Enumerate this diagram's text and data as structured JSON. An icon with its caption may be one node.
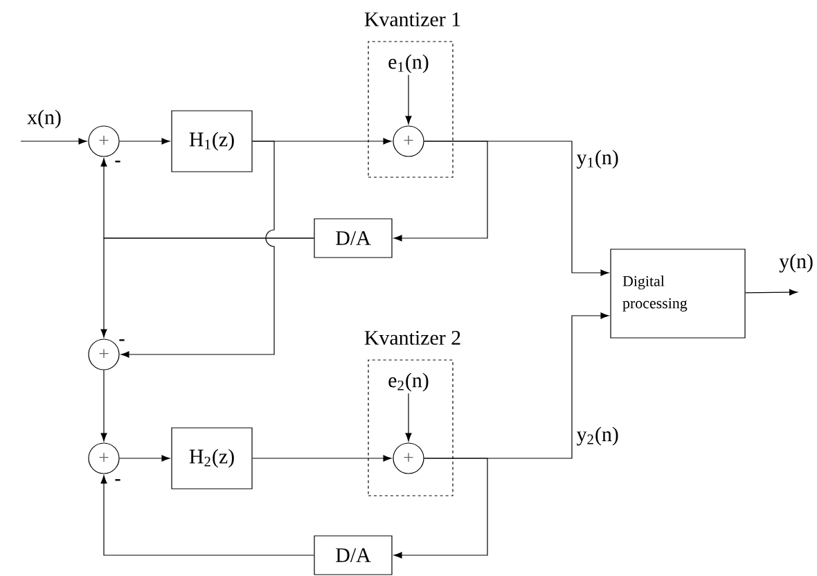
{
  "diagram": {
    "nodes": [
      {
        "text": [
          "+"
        ]
      },
      {
        "text": [
          "H$_{1}$(z)"
        ]
      },
      {
        "text": [
          "Kvantizer 1"
        ]
      },
      {
        "text": [
          "e$_{1}$(n)"
        ],
        "in": 2
      },
      {
        "text": [
          "+"
        ],
        "in": 2
      },
      {
        "text": [
          "D/A"
        ]
      },
      {
        "text": [
          "+"
        ]
      },
      {
        "text": [
          "+"
        ]
      },
      {
        "text": [
          "H$_{2}$(z)"
        ]
      },
      {
        "text": [
          "Kvantizer 2"
        ]
      },
      {
        "text": [
          "e$_{2}$(n)"
        ],
        "in": 9
      },
      {
        "text": [
          "+"
        ],
        "in": 9
      },
      {
        "text": [
          "D/A"
        ]
      },
      {
        "text": [
          "Digital processing"
        ]
      }
    ],
    "edges": [
      {
        "from": null,
        "to": 0,
        "arrow": "to",
        "label": "x(n)"
      },
      {
        "from": 0,
        "to": 1,
        "arrow": "to"
      },
      {
        "from": 1,
        "to": 4,
        "arrow": "to"
      },
      {
        "from": 3,
        "to": 4,
        "arrow": "to"
      },
      {
        "from": 4,
        "to": 13,
        "arrow": "to",
        "label": "y$_{1}$(n)"
      },
      {
        "from": 4,
        "to": 5,
        "arrow": "to"
      },
      {
        "from": 5,
        "to": 0,
        "arrow": "to"
      },
      {
        "from": 5,
        "to": 6,
        "arrow": "to"
      },
      {
        "from": 1,
        "to": 6,
        "arrow": "to"
      },
      {
        "from": 6,
        "to": 7,
        "arrow": "to"
      },
      {
        "from": 7,
        "to": 8,
        "arrow": "to"
      },
      {
        "from": 8,
        "to": 11,
        "arrow": "to"
      },
      {
        "from": 10,
        "to": 11,
        "arrow": "to"
      },
      {
        "from": 11,
        "to": 13,
        "arrow": "to",
        "label": "y$_{2}$(n)"
      },
      {
        "from": 11,
        "to": 12,
        "arrow": "to"
      },
      {
        "from": 12,
        "to": 7,
        "arrow": "to"
      },
      {
        "from": 13,
        "to": null,
        "arrow": "to",
        "label": "y(n)"
      }
    ],
    "labels": [
      "-",
      "-",
      "-"
    ]
  }
}
